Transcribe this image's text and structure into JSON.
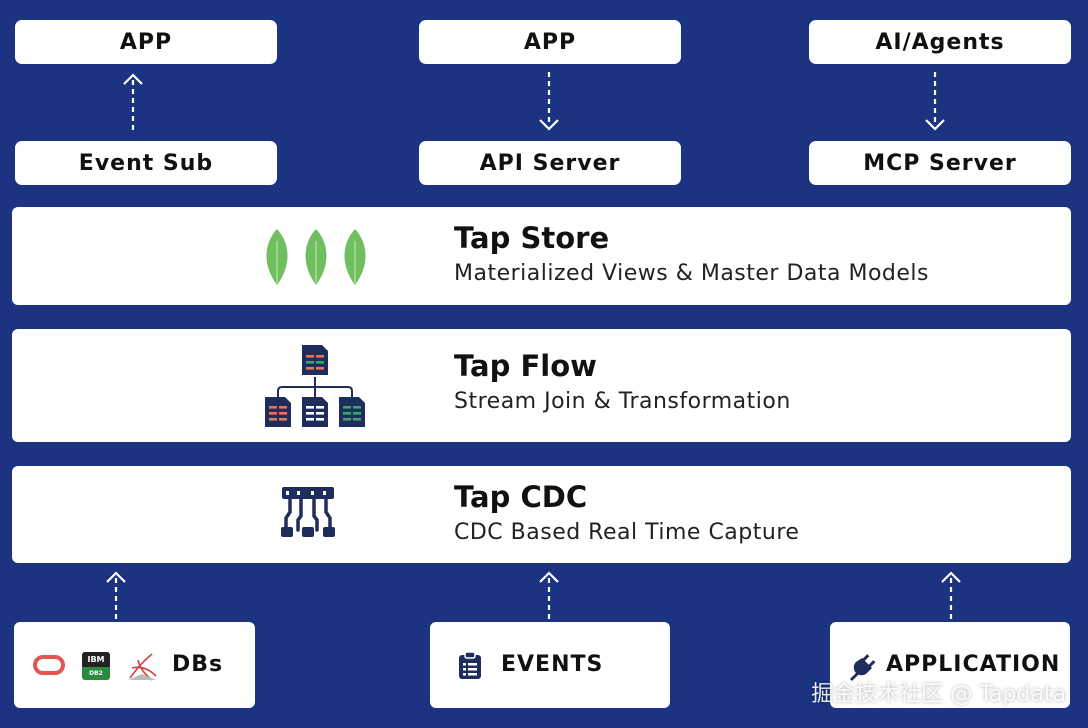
{
  "top_row": {
    "apps": [
      "APP",
      "APP",
      "AI/Agents"
    ],
    "servers": [
      "Event Sub",
      "API Server",
      "MCP Server"
    ]
  },
  "layers": {
    "store": {
      "title": "Tap Store",
      "subtitle": "Materialized Views & Master Data Models",
      "icon": "mongodb-leaf-icon"
    },
    "flow": {
      "title": "Tap Flow",
      "subtitle": "Stream Join & Transformation",
      "icon": "flow-tree-icon"
    },
    "cdc": {
      "title": "Tap CDC",
      "subtitle": "CDC Based Real Time Capture",
      "icon": "cdc-connector-icon"
    }
  },
  "sources": {
    "dbs": {
      "label": "DBs",
      "icon_badge": "IBM",
      "icon_badge_sub": "DB2"
    },
    "events": {
      "label": "EVENTS"
    },
    "application": {
      "label": "APPLICATION"
    }
  },
  "watermark": "掘金技术社区 @ Tapdata",
  "colors": {
    "background": "#1b3380",
    "leaf": "#6fbf5e",
    "navy": "#1f2d5c",
    "orange": "#e8764a",
    "green": "#35a96b",
    "oracle": "#e2564f",
    "sql_server": "#d8403a"
  }
}
